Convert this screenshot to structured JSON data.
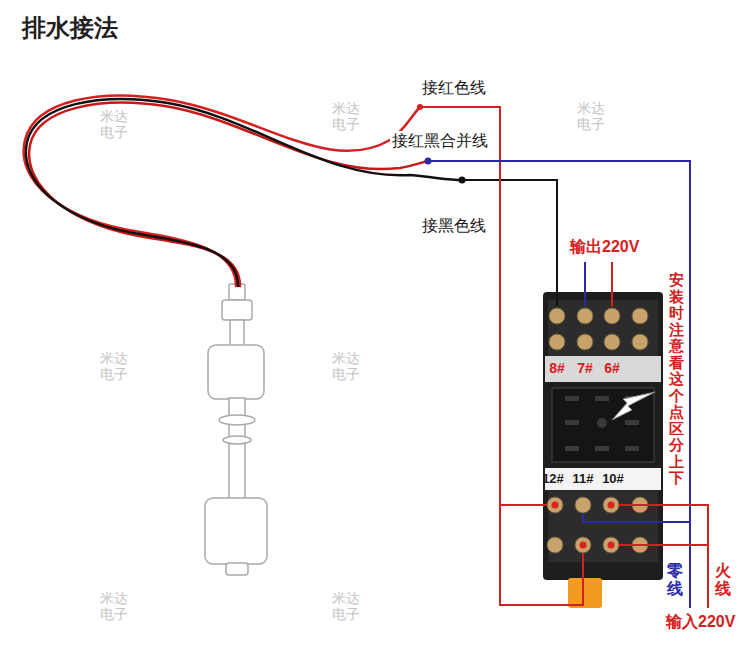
{
  "diagram": {
    "title": "排水接法",
    "labels": [
      "米达 电子",
      "米达 电子",
      "米达 电子",
      "米达 电子",
      "米达 电子",
      "米达 电子",
      "米达 电子",
      "接红色线",
      "接红黑合并线",
      "接黑色线",
      "输出220V",
      "8#",
      "7#",
      "6#",
      "安装时注意看这个点区分上下",
      "12#",
      "11#",
      "10#",
      "零线",
      "火线",
      "输入220V"
    ]
  }
}
